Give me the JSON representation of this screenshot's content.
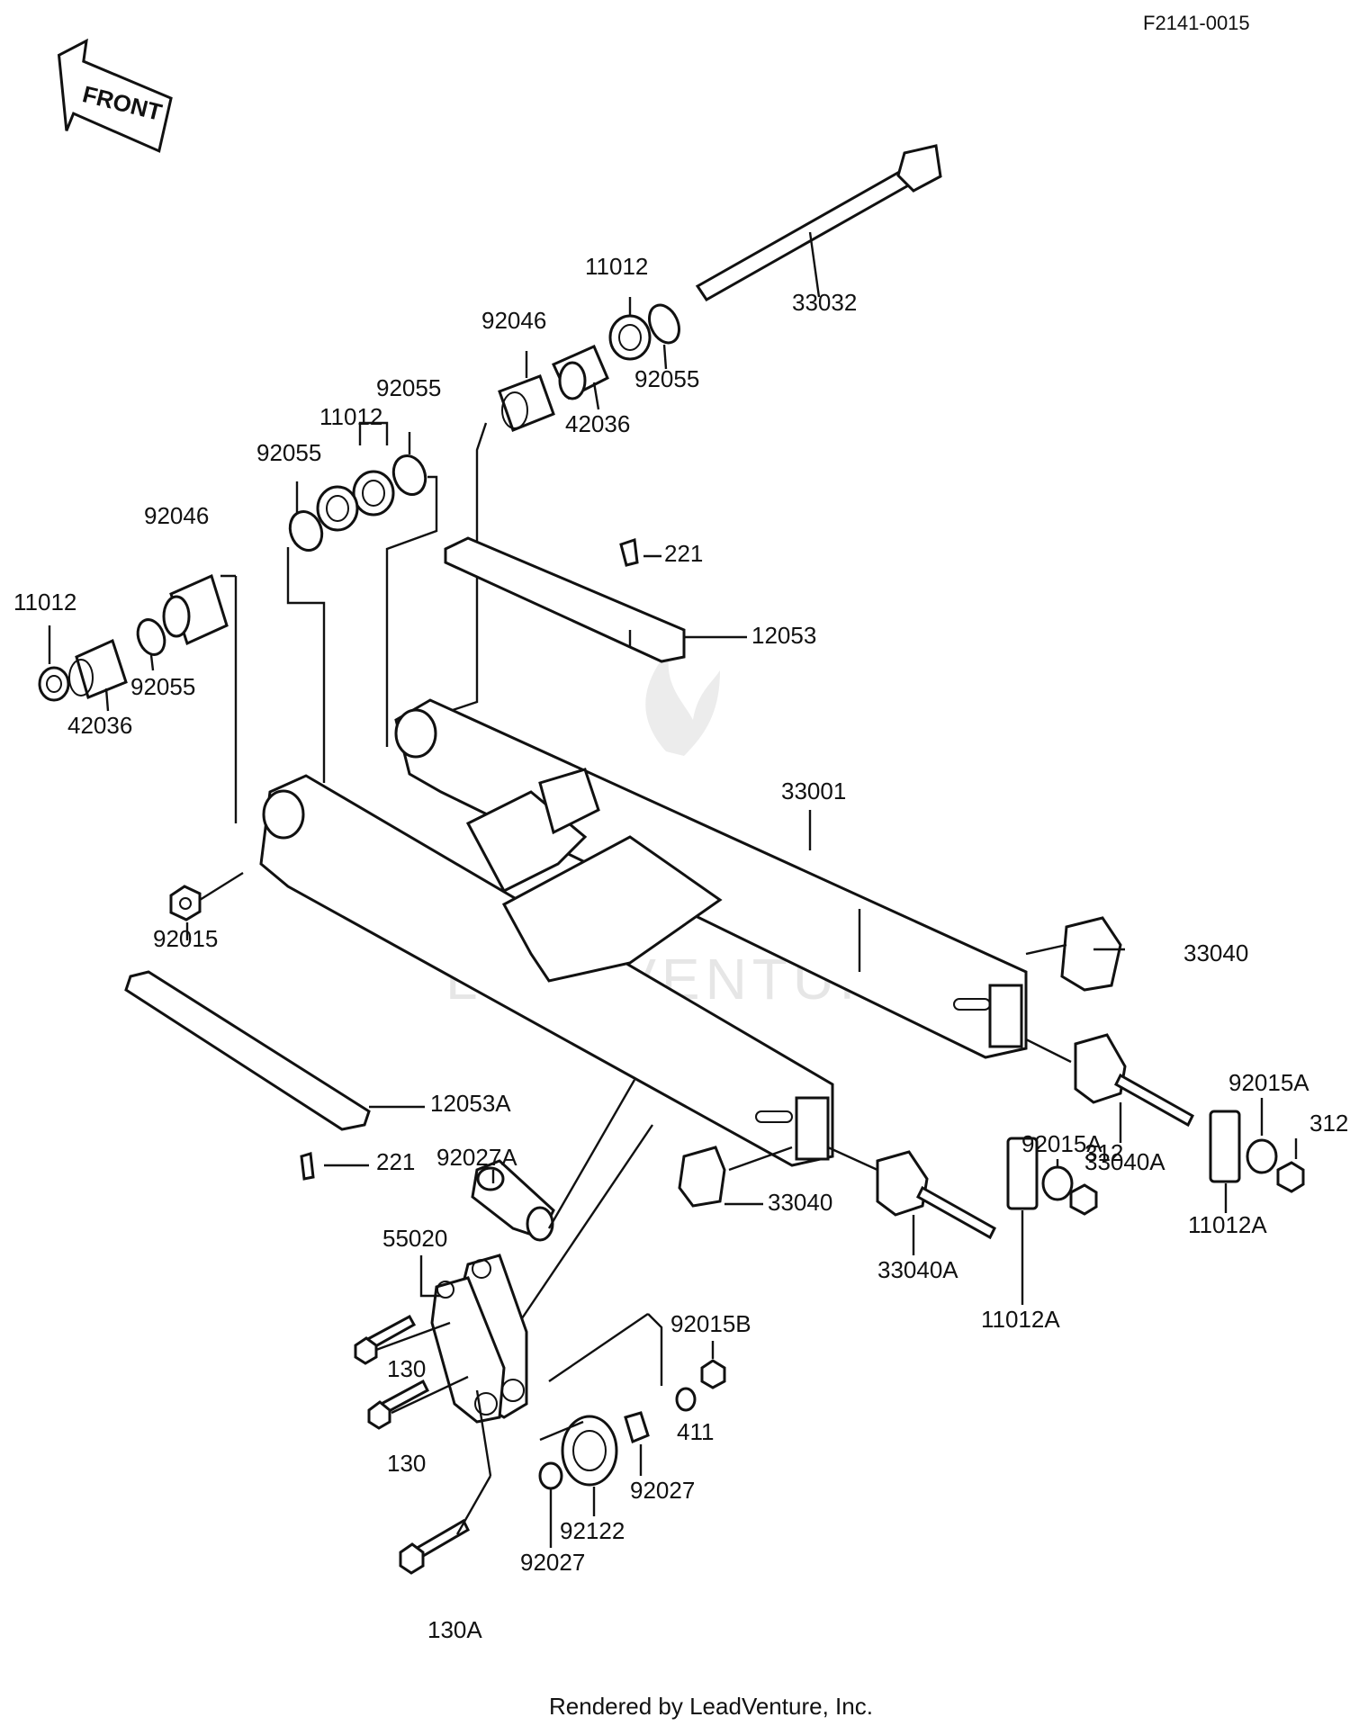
{
  "diagram_code": "F2141-0015",
  "front_arrow_label": "FRONT",
  "watermark": "LEADVENTURE",
  "footer": "Rendered by LeadVenture, Inc.",
  "labels": {
    "p33032": "33032",
    "p11012_top": "11012",
    "p92055_top_right": "92055",
    "p92046_top": "92046",
    "p42036_top": "42036",
    "p92055_upper": "92055",
    "p11012_mid": "11012",
    "p92055_mid": "92055",
    "p92046_left": "92046",
    "p11012_left": "11012",
    "p92055_left": "92055",
    "p42036_left": "42036",
    "p221_top": "221",
    "p12053": "12053",
    "p33001": "33001",
    "p92015": "92015",
    "p33040_right": "33040",
    "p12053A": "12053A",
    "p221_bottom": "221",
    "p92027A": "92027A",
    "p33040_mid": "33040",
    "p33040A_right": "33040A",
    "p92015A_right": "92015A",
    "p312_right": "312",
    "p11012A_right": "11012A",
    "p55020": "55020",
    "p33040A_mid": "33040A",
    "p92015A_mid": "92015A",
    "p312_mid": "312",
    "p11012A_mid": "11012A",
    "p130_a": "130",
    "p130_b": "130",
    "p92015B": "92015B",
    "p411": "411",
    "p92027_right": "92027",
    "p92122": "92122",
    "p92027_left": "92027",
    "p130A": "130A"
  }
}
